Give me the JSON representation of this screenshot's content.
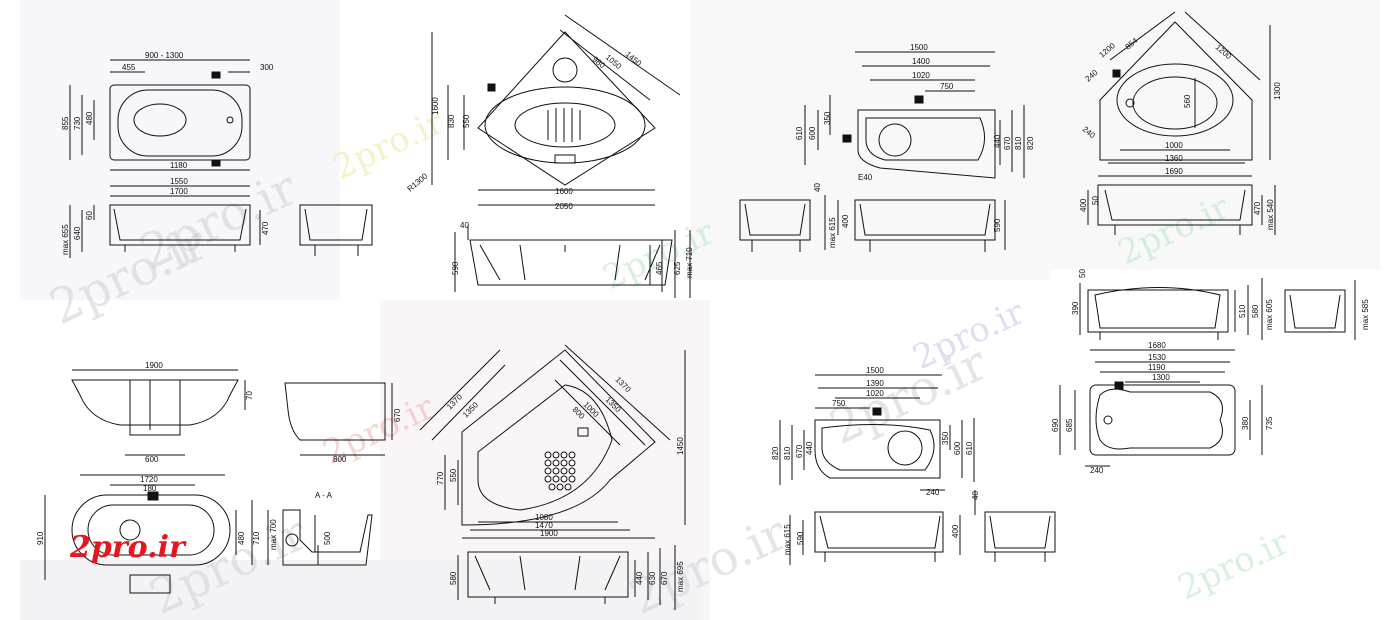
{
  "logo": "2pro.ir",
  "watermark": "2pro.ir",
  "section_label": "A - A",
  "colors": {
    "line": "#111111",
    "logo": "#e8141e",
    "background": "#ffffff"
  },
  "views": {
    "bath1": {
      "w_top": "900 - 1300",
      "a": "455",
      "b": "300",
      "h1": "855",
      "h2": "730",
      "h3": "480",
      "w1": "1180",
      "w2": "1550",
      "w3": "1700",
      "e1": "max 655",
      "e2": "640",
      "e3": "60",
      "e4": "470"
    },
    "corner1": {
      "d1": "1450",
      "d2": "1050",
      "d3": "980",
      "h1": "1600",
      "h2": "830",
      "h3": "550",
      "r": "R1300",
      "w1": "1600",
      "w2": "2050",
      "e1": "40",
      "e2": "590",
      "e3": "465",
      "e4": "625",
      "e5": "max 710"
    },
    "asym1": {
      "w1": "1500",
      "w2": "1400",
      "w3": "1020",
      "w4": "750",
      "h1": "610",
      "h2": "600",
      "h3": "350",
      "h4": "440",
      "h5": "670",
      "h6": "810",
      "h7": "820",
      "f": "E40",
      "e1": "40",
      "e2": "400",
      "e3": "max 615",
      "e4": "590"
    },
    "corner2": {
      "d1": "1200",
      "d2": "854",
      "d3": "1200",
      "a": "240",
      "b": "240",
      "h1": "1300",
      "h2": "560",
      "w1": "1000",
      "w2": "1360",
      "w3": "1690",
      "e1": "400",
      "e2": "50",
      "e3": "470",
      "e4": "max 540"
    },
    "rect2": {
      "e0": "50",
      "e1": "390",
      "e2": "510",
      "e3": "580",
      "e4": "max 605",
      "e5": "max 585",
      "w1": "1680",
      "w2": "1530",
      "w3": "1190",
      "w4": "1300",
      "h1": "690",
      "h2": "685",
      "h3": "380",
      "h4": "735",
      "b": "240"
    },
    "oval": {
      "w": "1900",
      "h": "70",
      "c": "600",
      "s_h": "670",
      "s_w": "800",
      "w1": "1720",
      "w2": "180",
      "h1": "910",
      "h2": "480",
      "h3": "710",
      "sec_h": "max 700",
      "sec_d": "500"
    },
    "corner3": {
      "d1": "1370",
      "d2": "1350",
      "d3": "1370",
      "d4": "1350",
      "d5": "1000",
      "d6": "800",
      "h1": "1450",
      "h2": "770",
      "h3": "550",
      "w1": "1080",
      "w2": "1470",
      "w3": "1900",
      "e1": "580",
      "e2": "440",
      "e3": "630",
      "e4": "670",
      "e5": "max 695"
    },
    "asym2": {
      "w1": "1500",
      "w2": "1390",
      "w3": "1020",
      "w4": "750",
      "h1": "820",
      "h2": "810",
      "h3": "670",
      "h4": "440",
      "h5": "350",
      "h6": "600",
      "h7": "610",
      "b": "240",
      "e1": "max 615",
      "e2": "590",
      "e3": "400",
      "e4": "40"
    }
  }
}
